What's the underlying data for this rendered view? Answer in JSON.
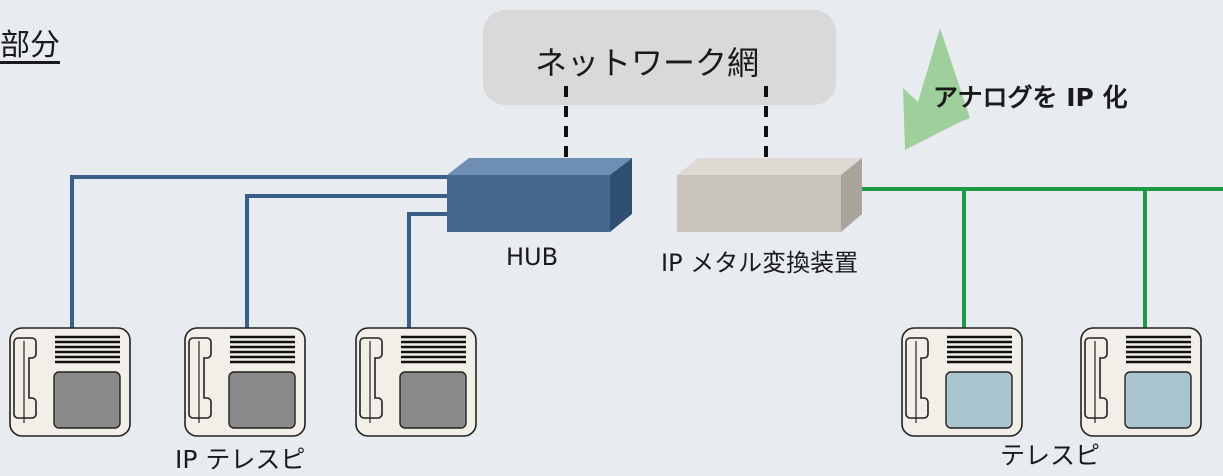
{
  "labels": {
    "section_fragment": "部分",
    "network": "ネットワーク網",
    "analog_to_ip": "アナログを IP 化",
    "hub": "HUB",
    "converter": "IP メタル変換装置",
    "ip_phones": "IP テレスピ",
    "analog_phones": "テレスピ"
  },
  "colors": {
    "background": "#e8ecf1",
    "ip_line": "#3a5f8a",
    "analog_line": "#1e9a46",
    "hub_body": "#44678f",
    "converter_body": "#c8c4bc",
    "ip_screen": "#8a8a8a",
    "analog_screen": "#aac4d0",
    "arrow": "#9fcf9a",
    "network_box": "#d9d9d9"
  }
}
